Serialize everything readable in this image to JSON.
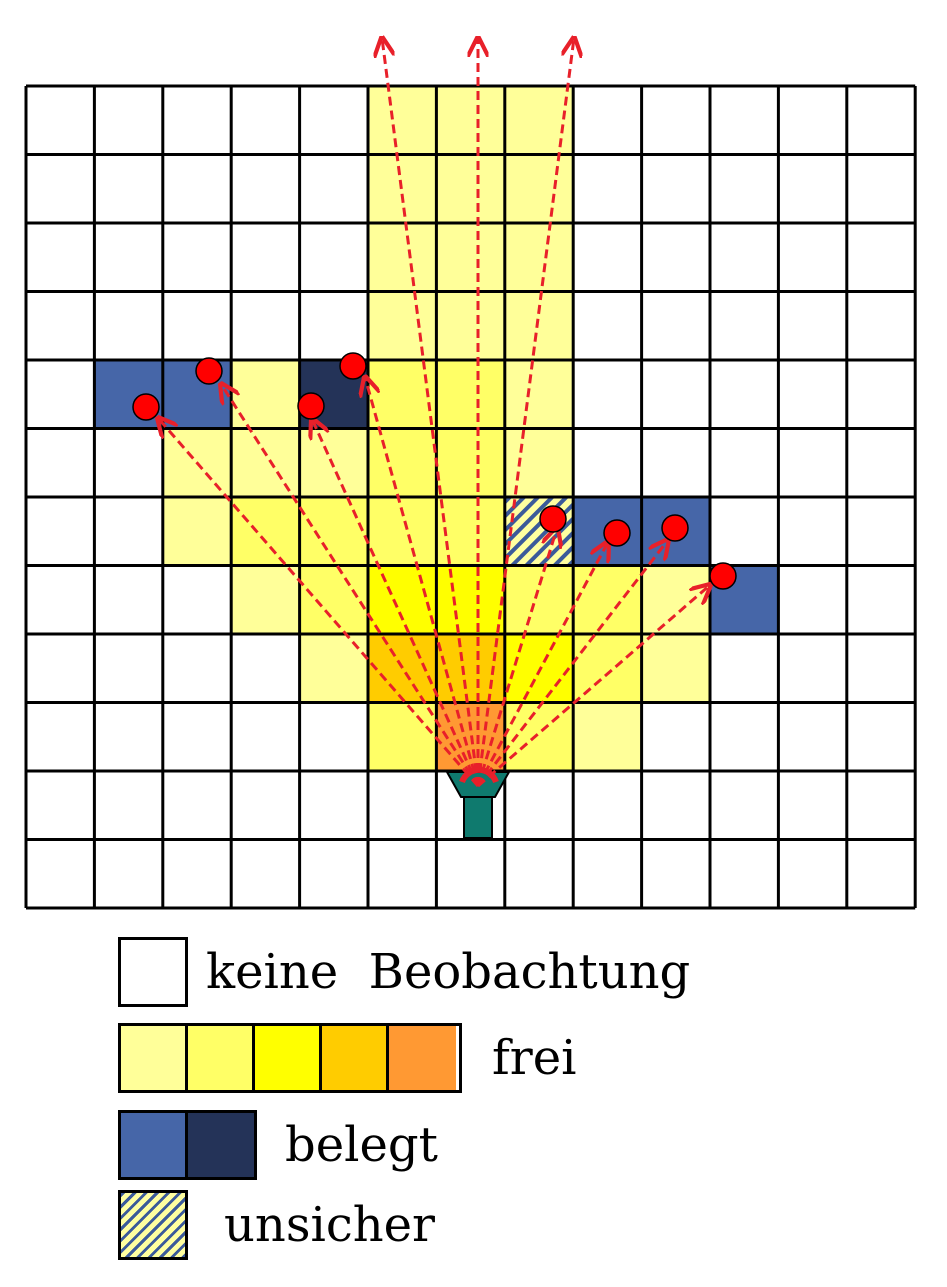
{
  "colors": {
    "free_shades": [
      "#ffff99",
      "#ffff66",
      "#ffff00",
      "#ffcc00",
      "#ff9933"
    ],
    "occupied_shades": [
      "#4666a8",
      "#243358"
    ],
    "ray": "#e8202a",
    "sensor": "#0f7a6e",
    "grid_line": "#000000"
  },
  "grid": {
    "rows": 12,
    "cols": 13,
    "cells": [
      {
        "row": 0,
        "col": 5,
        "state": "free",
        "level": 0
      },
      {
        "row": 0,
        "col": 6,
        "state": "free",
        "level": 0
      },
      {
        "row": 0,
        "col": 7,
        "state": "free",
        "level": 0
      },
      {
        "row": 1,
        "col": 5,
        "state": "free",
        "level": 0
      },
      {
        "row": 1,
        "col": 6,
        "state": "free",
        "level": 0
      },
      {
        "row": 1,
        "col": 7,
        "state": "free",
        "level": 0
      },
      {
        "row": 2,
        "col": 5,
        "state": "free",
        "level": 0
      },
      {
        "row": 2,
        "col": 6,
        "state": "free",
        "level": 0
      },
      {
        "row": 2,
        "col": 7,
        "state": "free",
        "level": 0
      },
      {
        "row": 3,
        "col": 5,
        "state": "free",
        "level": 0
      },
      {
        "row": 3,
        "col": 6,
        "state": "free",
        "level": 0
      },
      {
        "row": 3,
        "col": 7,
        "state": "free",
        "level": 0
      },
      {
        "row": 4,
        "col": 1,
        "state": "occupied",
        "level": 0
      },
      {
        "row": 4,
        "col": 2,
        "state": "occupied",
        "level": 0
      },
      {
        "row": 4,
        "col": 3,
        "state": "free",
        "level": 0
      },
      {
        "row": 4,
        "col": 4,
        "state": "occupied",
        "level": 1
      },
      {
        "row": 4,
        "col": 5,
        "state": "free",
        "level": 1
      },
      {
        "row": 4,
        "col": 6,
        "state": "free",
        "level": 1
      },
      {
        "row": 4,
        "col": 7,
        "state": "free",
        "level": 0
      },
      {
        "row": 5,
        "col": 2,
        "state": "free",
        "level": 0
      },
      {
        "row": 5,
        "col": 3,
        "state": "free",
        "level": 0
      },
      {
        "row": 5,
        "col": 4,
        "state": "free",
        "level": 0
      },
      {
        "row": 5,
        "col": 5,
        "state": "free",
        "level": 1
      },
      {
        "row": 5,
        "col": 6,
        "state": "free",
        "level": 1
      },
      {
        "row": 5,
        "col": 7,
        "state": "free",
        "level": 0
      },
      {
        "row": 6,
        "col": 2,
        "state": "free",
        "level": 0
      },
      {
        "row": 6,
        "col": 3,
        "state": "free",
        "level": 1
      },
      {
        "row": 6,
        "col": 4,
        "state": "free",
        "level": 1
      },
      {
        "row": 6,
        "col": 5,
        "state": "free",
        "level": 1
      },
      {
        "row": 6,
        "col": 6,
        "state": "free",
        "level": 1
      },
      {
        "row": 6,
        "col": 7,
        "state": "uncertain",
        "level": 0
      },
      {
        "row": 6,
        "col": 8,
        "state": "occupied",
        "level": 0
      },
      {
        "row": 6,
        "col": 9,
        "state": "occupied",
        "level": 0
      },
      {
        "row": 7,
        "col": 3,
        "state": "free",
        "level": 0
      },
      {
        "row": 7,
        "col": 4,
        "state": "free",
        "level": 1
      },
      {
        "row": 7,
        "col": 5,
        "state": "free",
        "level": 2
      },
      {
        "row": 7,
        "col": 6,
        "state": "free",
        "level": 2
      },
      {
        "row": 7,
        "col": 7,
        "state": "free",
        "level": 1
      },
      {
        "row": 7,
        "col": 8,
        "state": "free",
        "level": 1
      },
      {
        "row": 7,
        "col": 9,
        "state": "free",
        "level": 0
      },
      {
        "row": 7,
        "col": 10,
        "state": "occupied",
        "level": 0
      },
      {
        "row": 8,
        "col": 4,
        "state": "free",
        "level": 0
      },
      {
        "row": 8,
        "col": 5,
        "state": "free",
        "level": 3
      },
      {
        "row": 8,
        "col": 6,
        "state": "free",
        "level": 3
      },
      {
        "row": 8,
        "col": 7,
        "state": "free",
        "level": 2
      },
      {
        "row": 8,
        "col": 8,
        "state": "free",
        "level": 1
      },
      {
        "row": 8,
        "col": 9,
        "state": "free",
        "level": 0
      },
      {
        "row": 9,
        "col": 5,
        "state": "free",
        "level": 1
      },
      {
        "row": 9,
        "col": 6,
        "state": "free",
        "level": 4
      },
      {
        "row": 9,
        "col": 7,
        "state": "free",
        "level": 1
      },
      {
        "row": 9,
        "col": 8,
        "state": "free",
        "level": 0
      }
    ]
  },
  "legend": {
    "no_observation": "keine  Beobachtung",
    "free": "frei",
    "occupied": "belegt",
    "uncertain": "unsicher"
  }
}
